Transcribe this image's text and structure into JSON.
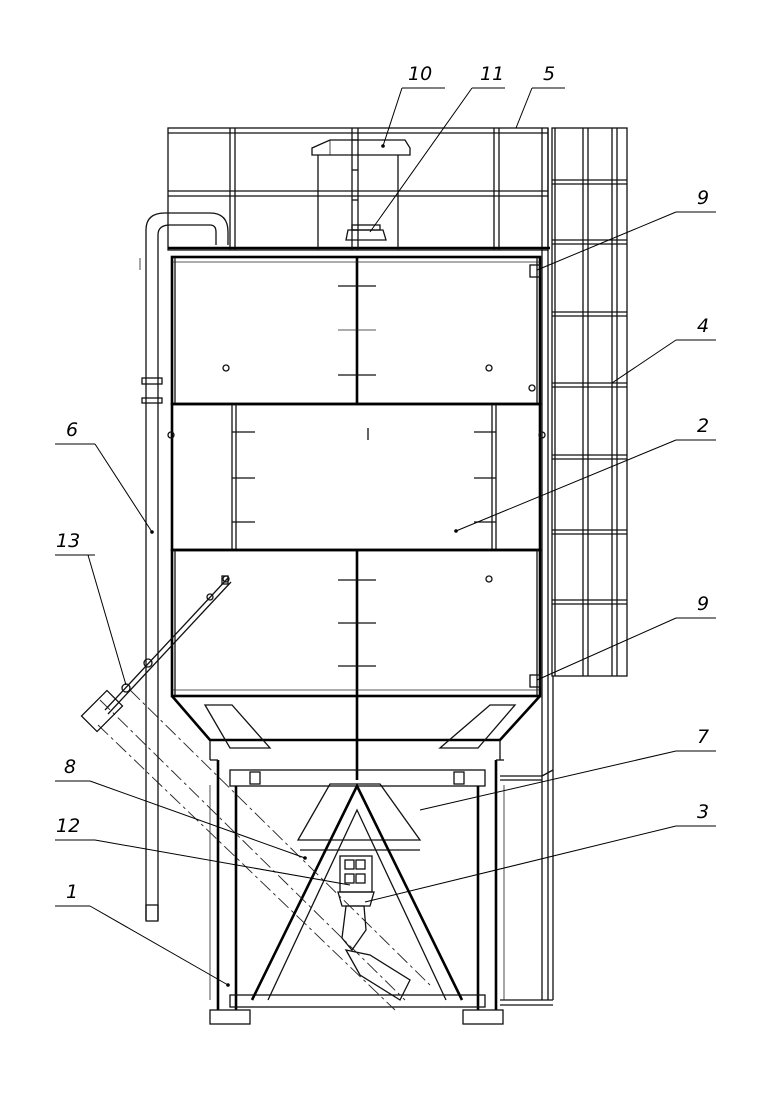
{
  "callouts": [
    {
      "id": "c1",
      "text": "1"
    },
    {
      "id": "c2",
      "text": "2"
    },
    {
      "id": "c3",
      "text": "3"
    },
    {
      "id": "c4",
      "text": "4"
    },
    {
      "id": "c5",
      "text": "5"
    },
    {
      "id": "c6",
      "text": "6"
    },
    {
      "id": "c7",
      "text": "7"
    },
    {
      "id": "c8",
      "text": "8"
    },
    {
      "id": "c9a",
      "text": "9"
    },
    {
      "id": "c9b",
      "text": "9"
    },
    {
      "id": "c10",
      "text": "10"
    },
    {
      "id": "c11",
      "text": "11"
    },
    {
      "id": "c12",
      "text": "12"
    },
    {
      "id": "c13",
      "text": "13"
    }
  ]
}
